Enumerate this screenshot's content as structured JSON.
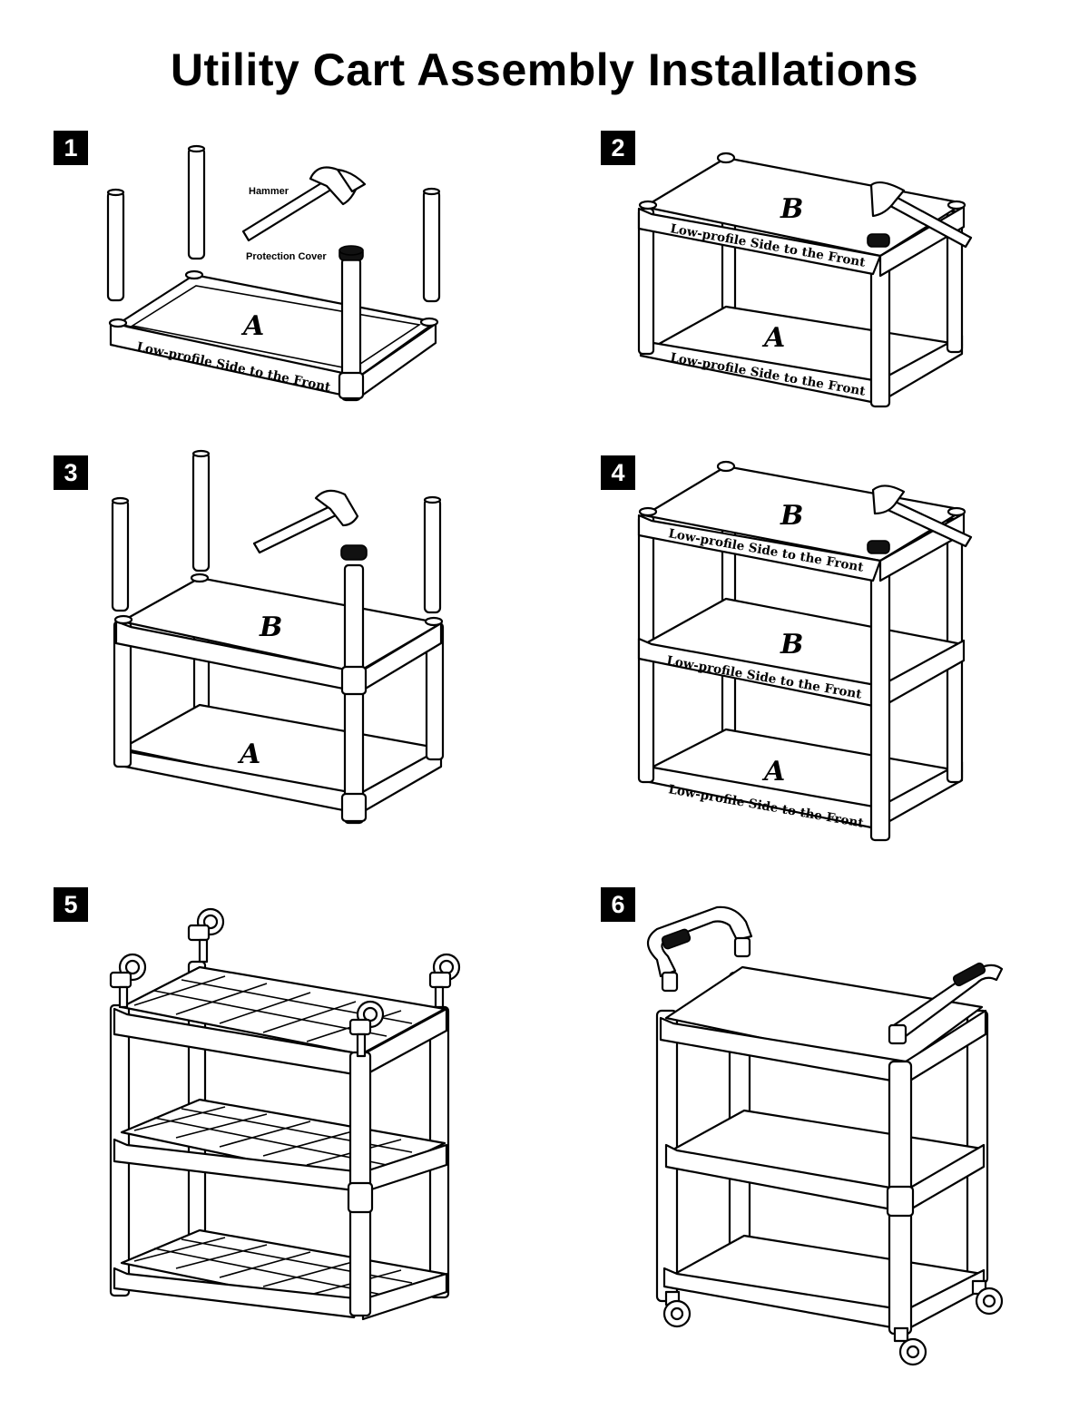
{
  "title": "Utility Cart Assembly Installations",
  "steps": [
    {
      "number": "1",
      "letters": [
        "A"
      ],
      "labels": {
        "hammer": "Hammer",
        "cover": "Protection Cover"
      }
    },
    {
      "number": "2",
      "letters": [
        "B",
        "A"
      ]
    },
    {
      "number": "3",
      "letters": [
        "B",
        "A"
      ]
    },
    {
      "number": "4",
      "letters": [
        "B",
        "B",
        "A"
      ]
    },
    {
      "number": "5"
    },
    {
      "number": "6"
    }
  ],
  "shelf_note": "Low-profile Side to the Front"
}
